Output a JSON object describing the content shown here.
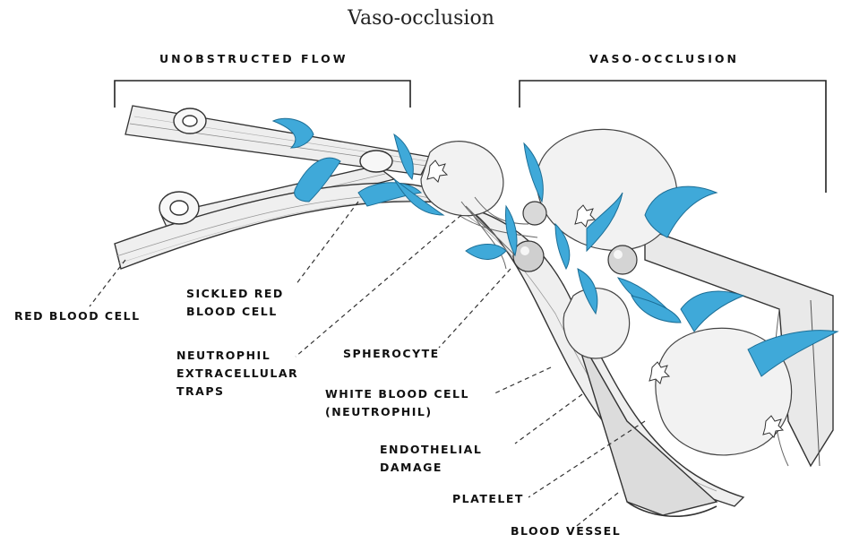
{
  "title": "Vaso-occlusion",
  "sections": {
    "unobstructed": "UNOBSTRUCTED FLOW",
    "occlusion": "VASO-OCCLUSION"
  },
  "labels": {
    "red_blood_cell": [
      "RED BLOOD CELL"
    ],
    "sickled_red_blood_cell": [
      "SICKLED RED",
      "BLOOD CELL"
    ],
    "neutrophil_extracellular_traps": [
      "NEUTROPHIL",
      "EXTRACELLULAR",
      "TRAPS"
    ],
    "spherocyte": [
      "SPHEROCYTE"
    ],
    "white_blood_cell": [
      "WHITE BLOOD CELL",
      "(NEUTROPHIL)"
    ],
    "endothelial_damage": [
      "ENDOTHELIAL",
      "DAMAGE"
    ],
    "platelet": [
      "PLATELET"
    ],
    "blood_vessel": [
      "BLOOD VESSEL"
    ]
  },
  "colors": {
    "sickle_cell": "#3fa9d9",
    "sickle_outline": "#1c6e96",
    "ink": "#222222",
    "cell_fill": "#f2f2f2"
  }
}
